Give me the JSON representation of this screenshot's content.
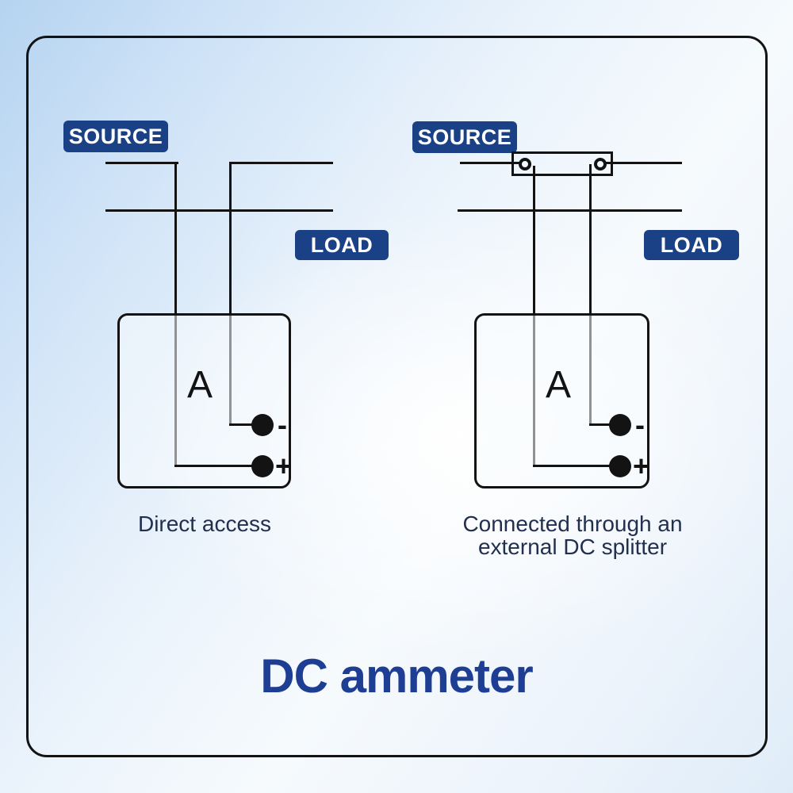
{
  "title": "DC ammeter",
  "colors": {
    "badge_background": "#1a4186",
    "badge_text": "#ffffff",
    "title_color": "#1d3e92",
    "caption_color": "#222f4e",
    "wire_color": "#131313"
  },
  "left_diagram": {
    "source_label": "SOURCE",
    "load_label": "LOAD",
    "meter_letter": "A",
    "minus_label": "-",
    "plus_label": "+",
    "caption": "Direct access"
  },
  "right_diagram": {
    "source_label": "SOURCE",
    "load_label": "LOAD",
    "meter_letter": "A",
    "minus_label": "-",
    "plus_label": "+",
    "caption_line1": "Connected through an",
    "caption_line2": "external DC splitter"
  }
}
